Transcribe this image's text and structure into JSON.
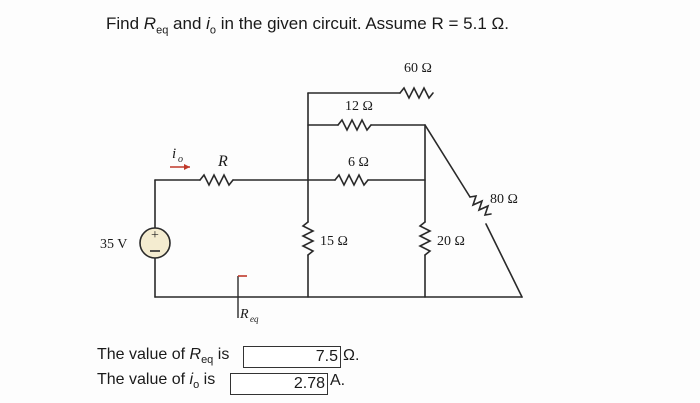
{
  "question": {
    "prefix": "Find ",
    "req": "R",
    "req_sub": "eq",
    "mid": " and ",
    "io": "i",
    "io_sub": "o",
    "suffix": " in the given circuit. Assume ",
    "assume": "R = 5.1 Ω."
  },
  "circuit": {
    "source_label": "35 V",
    "source_plus": "+",
    "io_label": "i",
    "io_sub": "o",
    "r_label": "R",
    "req_label": "R",
    "req_sub": "eq",
    "r60": "60 Ω",
    "r12": "12 Ω",
    "r6": "6 Ω",
    "r15": "15 Ω",
    "r20": "20 Ω",
    "r80": "80 Ω"
  },
  "answers": {
    "req_text_a": "The value of ",
    "req_text_b": "R",
    "req_text_sub": "eq",
    "req_text_c": " is",
    "req_value": "7.5",
    "req_unit": "Ω.",
    "io_text_a": "The value of ",
    "io_text_b": "i",
    "io_text_sub": "o",
    "io_text_c": " is",
    "io_value": "2.78",
    "io_unit": "A."
  }
}
